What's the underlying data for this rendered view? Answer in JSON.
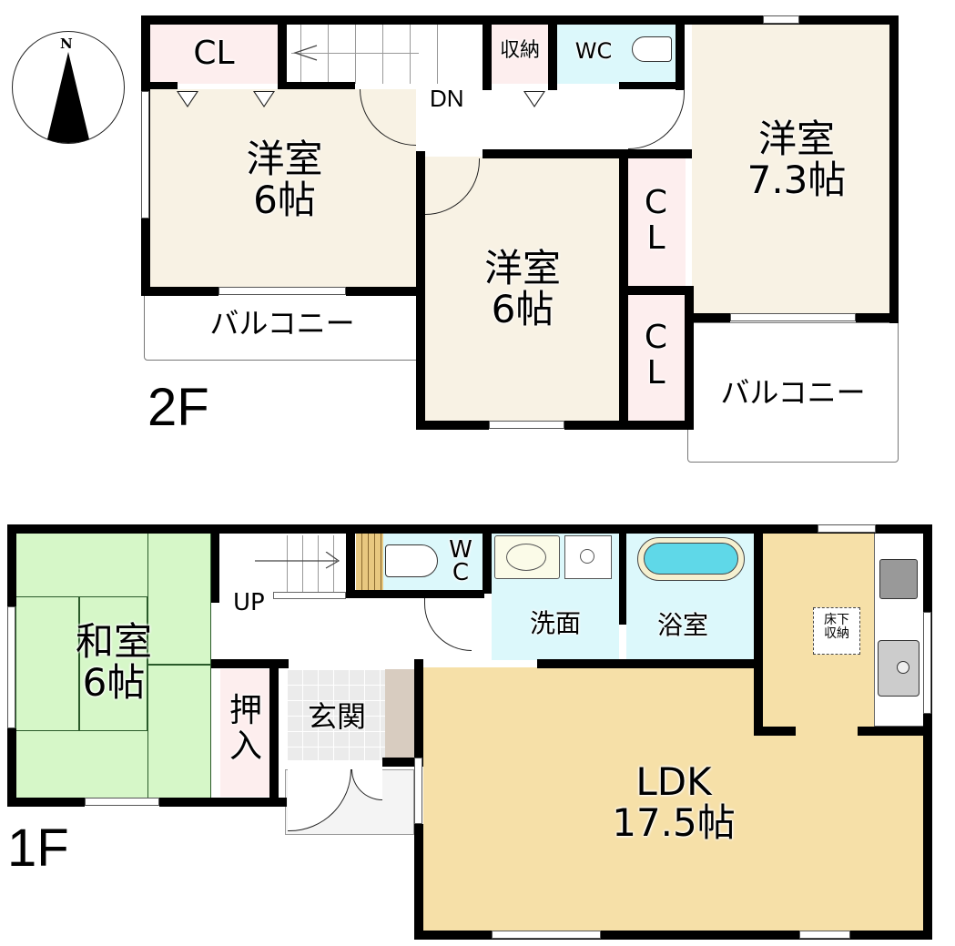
{
  "compass": {
    "label": "N",
    "icon": "north-arrow-icon"
  },
  "floor2": {
    "tag": "2F",
    "rooms": {
      "cl_top": {
        "name": "CL"
      },
      "bedroom_west": {
        "name": "洋室",
        "size": "6帖"
      },
      "bedroom_center": {
        "name": "洋室",
        "size": "6帖"
      },
      "bedroom_east": {
        "name": "洋室",
        "size": "7.3帖"
      },
      "storage": {
        "name": "収納"
      },
      "wc": {
        "name": "WC"
      },
      "stair_label": "DN",
      "cl_mid1": {
        "line1": "C",
        "line2": "L"
      },
      "cl_mid2": {
        "line1": "C",
        "line2": "L"
      },
      "balcony_west": {
        "name": "バルコニー"
      },
      "balcony_east": {
        "name": "バルコニー"
      }
    }
  },
  "floor1": {
    "tag": "1F",
    "rooms": {
      "washitsu": {
        "name": "和室",
        "size": "6帖"
      },
      "oshiire": {
        "line1": "押",
        "line2": "入"
      },
      "genkan": {
        "name": "玄関"
      },
      "stair_label": "UP",
      "wc": {
        "line1": "W",
        "line2": "C"
      },
      "senmen": {
        "name": "洗面"
      },
      "yokushitsu": {
        "name": "浴室"
      },
      "underfloor": {
        "line1": "床下",
        "line2": "収納"
      },
      "ldk": {
        "name": "LDK",
        "size": "17.5帖"
      }
    }
  },
  "colors": {
    "western_room": "#f8f2e4",
    "closet": "#fdeeee",
    "wc_bath": "#dcf8fb",
    "tatami": "#d6f7c8",
    "ldk": "#f6e0a8",
    "genkan_tile": "#ebebeb",
    "wall": "#000000"
  }
}
